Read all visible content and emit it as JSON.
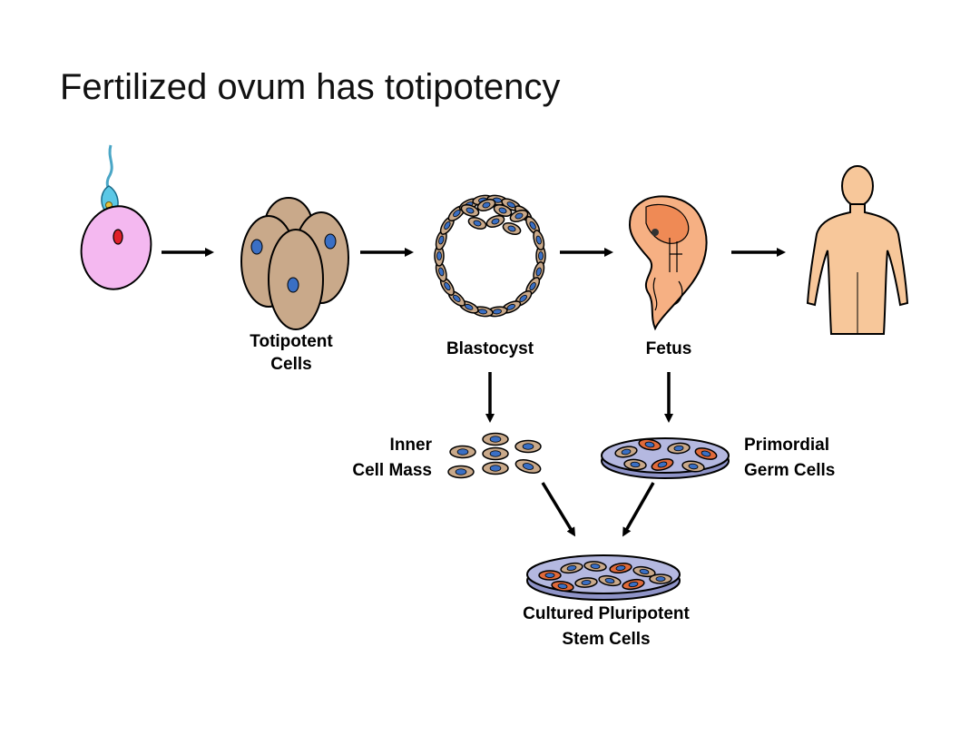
{
  "slide": {
    "title": "Fertilized ovum has totipotency"
  },
  "diagram": {
    "labels": {
      "totipotent_line1": "Totipotent",
      "totipotent_line2": "Cells",
      "blastocyst": "Blastocyst",
      "fetus": "Fetus",
      "inner_line1": "Inner",
      "inner_line2": "Cell Mass",
      "primordial_line1": "Primordial",
      "primordial_line2": "Germ Cells",
      "cultured_line1": "Cultured Pluripotent",
      "cultured_line2": "Stem Cells"
    },
    "colors": {
      "ovum": "#f4b8f0",
      "ovum_nucleus": "#e0202a",
      "sperm": "#5bc8e6",
      "cell_body": "#c9a98a",
      "cell_nucleus": "#3a6fc4",
      "embryo": "#f6b083",
      "embryo_inner": "#ef8a55",
      "human": "#f7c79a",
      "dish": "#b4b8e0",
      "germ_cell": "#e06a3a"
    }
  }
}
